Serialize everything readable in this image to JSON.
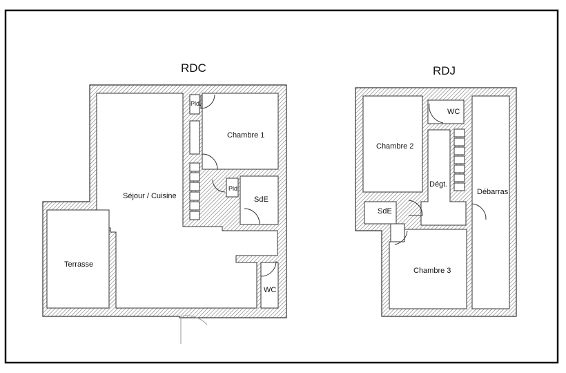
{
  "plans": {
    "rdc": {
      "title": "RDC",
      "rooms": {
        "pld_top": "Pld.",
        "chambre1": "Chambre 1",
        "pld_mid": "Pld",
        "sde": "SdE",
        "sejour": "Séjour / Cuisine",
        "terrasse": "Terrasse",
        "wc": "WC"
      }
    },
    "rdj": {
      "title": "RDJ",
      "rooms": {
        "wc": "WC",
        "chambre2": "Chambre 2",
        "degt": "Dégt.",
        "debarras": "Débarras",
        "sde": "SdE",
        "chambre3": "Chambre 3"
      }
    }
  },
  "colors": {
    "wall": "#555555",
    "line": "#222222",
    "background": "#ffffff"
  }
}
